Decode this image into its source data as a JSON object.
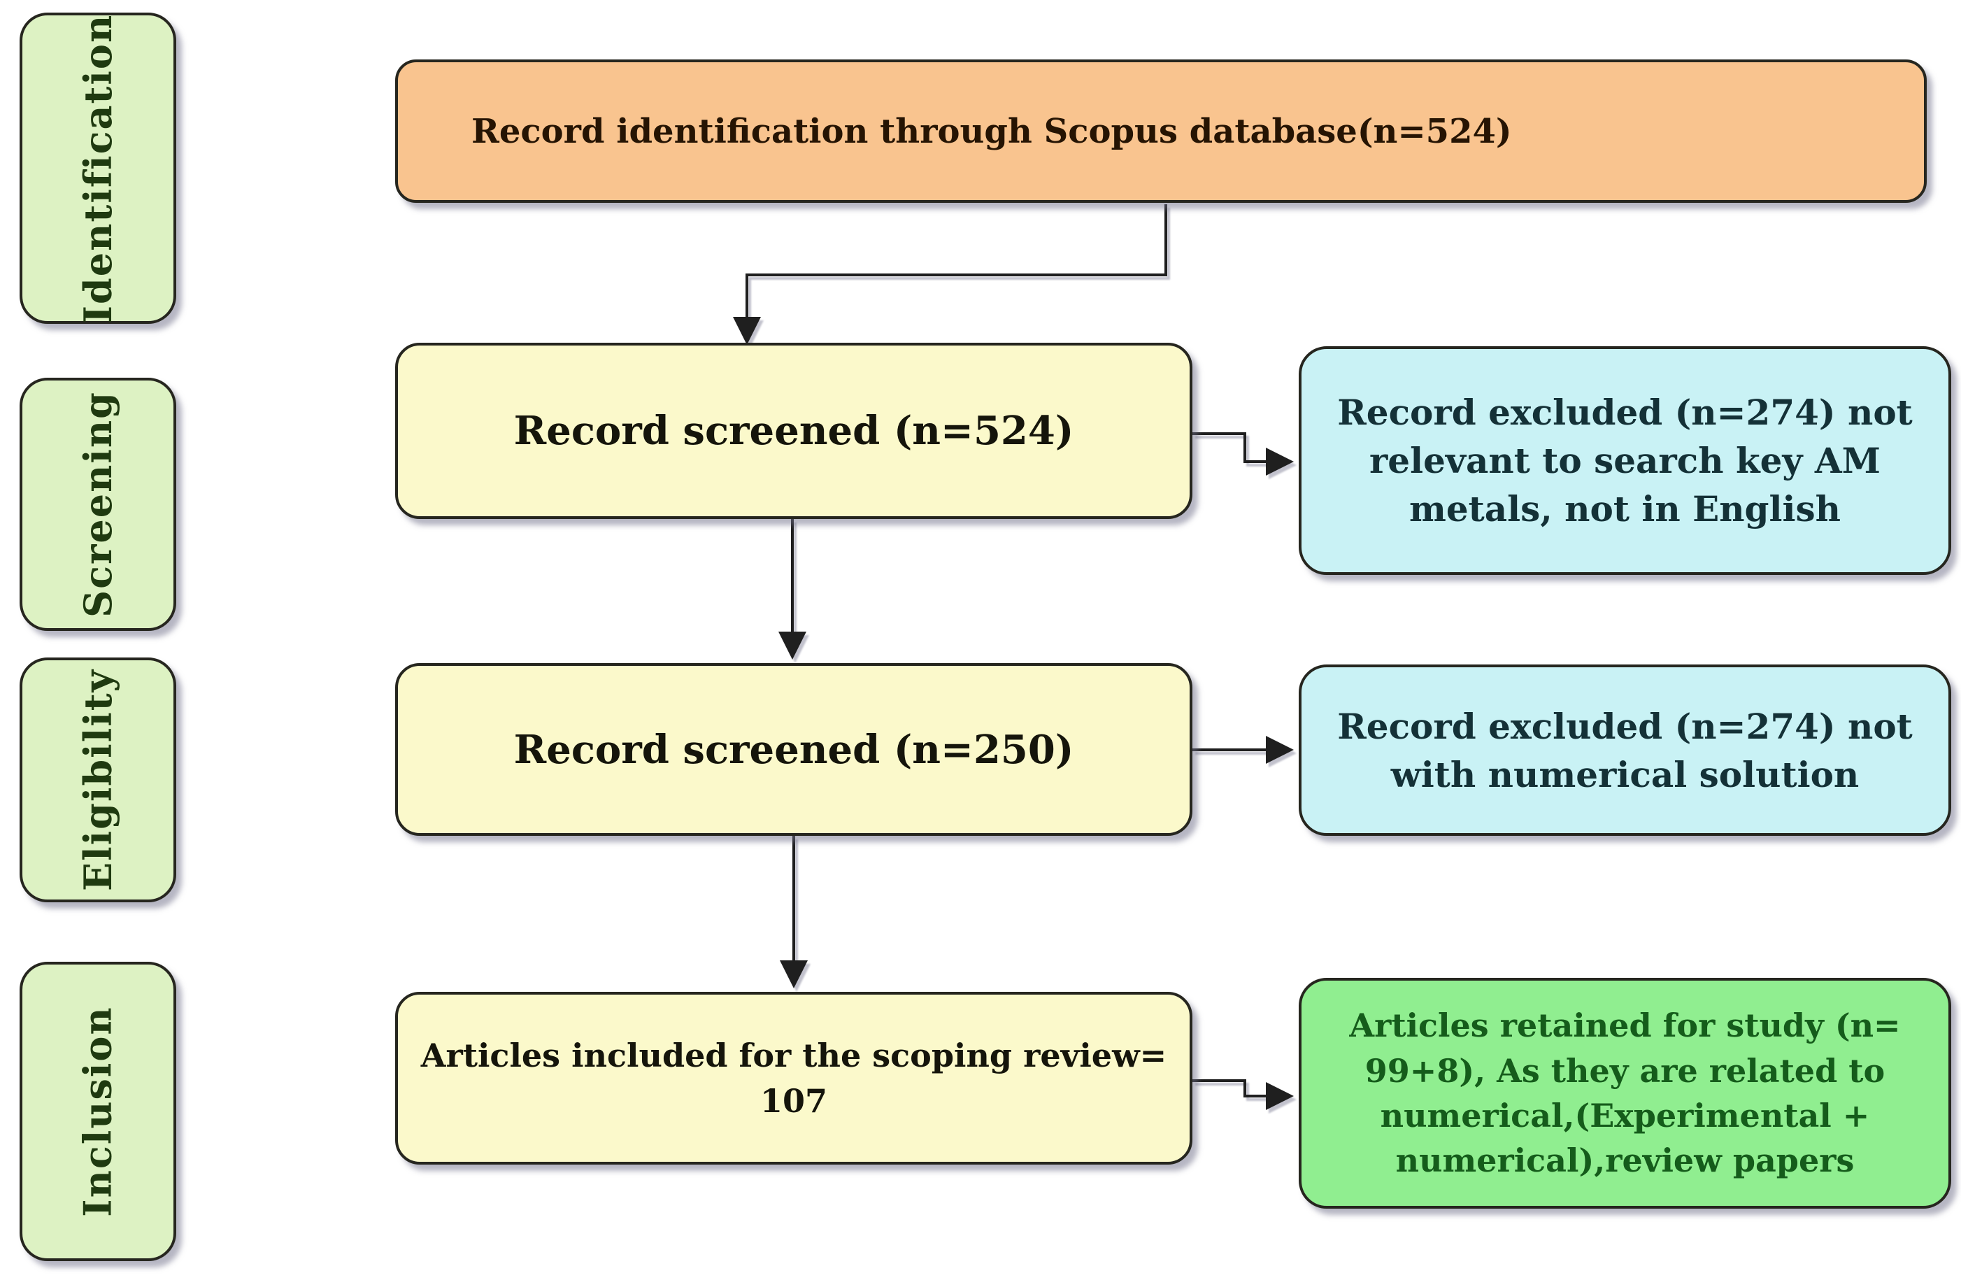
{
  "stages": [
    {
      "label": "Identification"
    },
    {
      "label": "Screening"
    },
    {
      "label": "Eligibility"
    },
    {
      "label": "Inclusion"
    }
  ],
  "nodes": {
    "source": "Record identification through Scopus database(n=524)",
    "screened_first": "Record screened (n=524)",
    "screened_second": "Record screened (n=250)",
    "included": "Articles included for the scoping review=\n107",
    "excluded_first": "Record excluded (n=274) not\nrelevant to search key AM\nmetals, not in English",
    "excluded_second": "Record excluded (n=274) not\nwith numerical solution",
    "retained": "Articles retained for study (n=\n99+8), As they are related to\nnumerical,(Experimental +\nnumerical),review papers"
  },
  "colors": {
    "stage_fill": "#ddf2c3",
    "source_fill": "#f9c48f",
    "screened_fill": "#fbf9cb",
    "excluded_fill": "#c9f2f5",
    "retained_fill": "#90ee90",
    "stage_text": "#1f3a10",
    "source_text": "#261403",
    "screened_text": "#15150b",
    "excluded_text": "#143137",
    "retained_text": "#155c1b",
    "border": "#26261f",
    "connector": "#1f1f1f"
  }
}
